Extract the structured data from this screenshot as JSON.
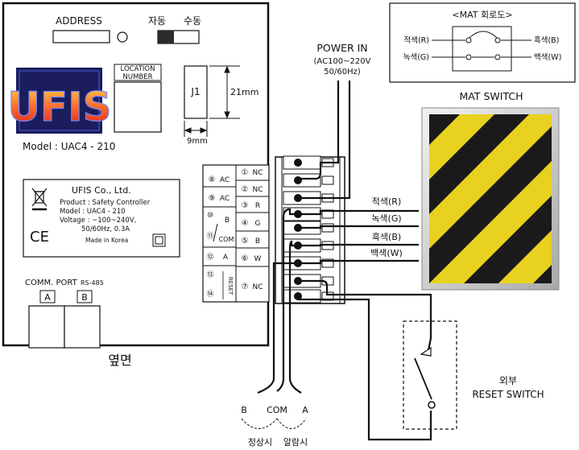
{
  "device": {
    "address_label": "ADDRESS",
    "mode_auto": "자동",
    "mode_manual": "수동",
    "location_label_1": "LOCATION",
    "location_label_2": "NUMBER",
    "logo_text": "UFIS",
    "model_line": "Model : UAC4 - 210",
    "j1_label": "J1",
    "dim_height": "21mm",
    "dim_width": "9mm",
    "side_caption": "옆면",
    "comm_port": "COMM. PORT",
    "comm_protocol": "RS-485",
    "port_a": "A",
    "port_b": "B"
  },
  "nameplate": {
    "company": "UFIS Co., Ltd.",
    "product": "Product : Safety Controller",
    "model": "Model : UAC4 - 210",
    "voltage": "Voltage : ~100~240V,",
    "rating": "50/60Hz, 0.3A",
    "origin": "Made in Korea",
    "ce_mark": "CE"
  },
  "terminals": {
    "left": [
      {
        "num": "⑧",
        "label": "AC"
      },
      {
        "num": "⑨",
        "label": "AC"
      },
      {
        "num": "⑩",
        "label": "B"
      },
      {
        "num": "⑪",
        "label": "COM"
      },
      {
        "num": "⑫",
        "label": "A"
      },
      {
        "num": "⑬",
        "label": ""
      },
      {
        "num": "⑭",
        "label": ""
      }
    ],
    "reset_label": "RESET",
    "right": [
      {
        "num": "①",
        "label": "NC"
      },
      {
        "num": "②",
        "label": "NC"
      },
      {
        "num": "③",
        "label": "R"
      },
      {
        "num": "④",
        "label": "G"
      },
      {
        "num": "⑤",
        "label": "B"
      },
      {
        "num": "⑥",
        "label": "W"
      },
      {
        "num": "⑦",
        "label": "NC"
      }
    ]
  },
  "power": {
    "title": "POWER IN",
    "spec_1": "(AC100~220V",
    "spec_2": "50/60Hz)"
  },
  "mat_circuit": {
    "title": "<MAT 회로도>",
    "red": "적색(R)",
    "green": "녹색(G)",
    "black": "흑색(B)",
    "white": "백색(W)"
  },
  "mat_switch": {
    "title": "MAT SWITCH",
    "stripe_color": "#e8d21f",
    "frame_color": "#c8c8c8"
  },
  "wires": {
    "red": "적색(R)",
    "green": "녹색(G)",
    "black": "흑색(B)",
    "white": "백색(W)"
  },
  "reset_switch": {
    "line_1": "외부",
    "line_2": "RESET SWITCH"
  },
  "output": {
    "b": "B",
    "com": "COM",
    "a": "A",
    "normal": "정상시",
    "alarm": "알람시"
  }
}
